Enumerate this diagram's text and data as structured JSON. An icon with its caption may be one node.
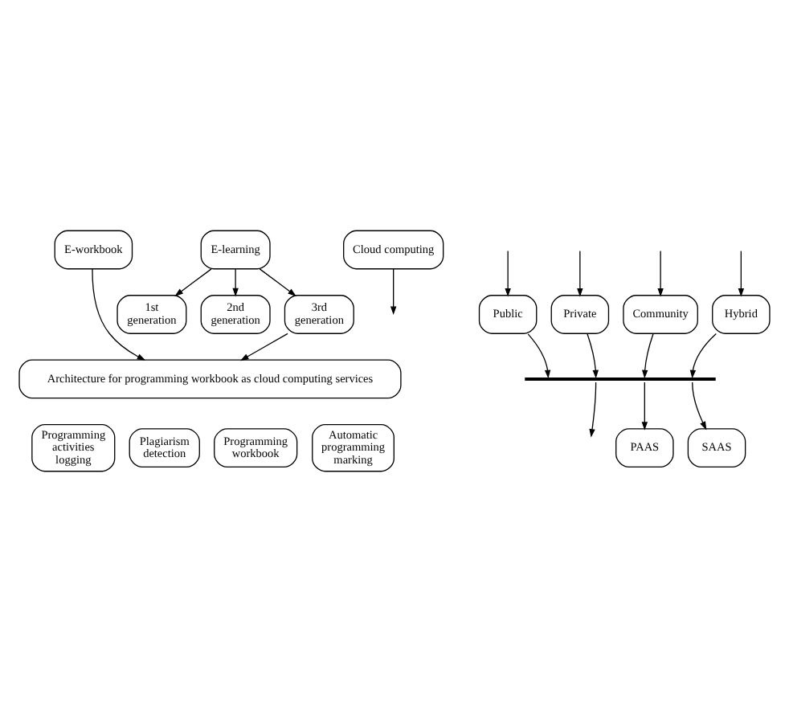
{
  "diagram": {
    "nodes": [
      {
        "text": [
          "E-workbook"
        ]
      },
      {
        "text": [
          "E-learning"
        ]
      },
      {
        "text": [
          "Cloud computing"
        ]
      },
      {
        "text": [
          "1st generation"
        ]
      },
      {
        "text": [
          "2nd generation"
        ]
      },
      {
        "text": [
          "3rd generation"
        ]
      },
      {
        "text": [
          "Public"
        ]
      },
      {
        "text": [
          "Private"
        ]
      },
      {
        "text": [
          "Community"
        ]
      },
      {
        "text": [
          "Hybrid"
        ]
      },
      {
        "text": [
          "PAAS"
        ]
      },
      {
        "text": [
          "SAAS"
        ]
      },
      {
        "text": [
          "Architecture for programming workbook as cloud computing services"
        ]
      },
      {
        "text": [
          "Programming activities logging"
        ]
      },
      {
        "text": [
          "Plagiarism detection"
        ]
      },
      {
        "text": [
          "Programming workbook"
        ]
      },
      {
        "text": [
          "Automatic programming marking"
        ]
      },
      {
        "text": [],
        "shape": "bar"
      }
    ],
    "edges": [
      {
        "from": 1,
        "to": 3,
        "arrow": "to"
      },
      {
        "from": 1,
        "to": 4,
        "arrow": "to"
      },
      {
        "from": 1,
        "to": 5,
        "arrow": "to"
      },
      {
        "from": 2,
        "to": null,
        "arrow": "to"
      },
      {
        "from": null,
        "to": 6,
        "arrow": "to"
      },
      {
        "from": null,
        "to": 7,
        "arrow": "to"
      },
      {
        "from": null,
        "to": 8,
        "arrow": "to"
      },
      {
        "from": null,
        "to": 9,
        "arrow": "to"
      },
      {
        "from": 6,
        "to": 17,
        "arrow": "to"
      },
      {
        "from": 7,
        "to": 17,
        "arrow": "to"
      },
      {
        "from": 8,
        "to": 17,
        "arrow": "to"
      },
      {
        "from": 9,
        "to": 17,
        "arrow": "to"
      },
      {
        "from": 17,
        "to": null,
        "arrow": "to"
      },
      {
        "from": 17,
        "to": 10,
        "arrow": "to"
      },
      {
        "from": 17,
        "to": 11,
        "arrow": "to"
      },
      {
        "from": 0,
        "to": 12,
        "arrow": "to"
      },
      {
        "from": 5,
        "to": 12,
        "arrow": "to"
      }
    ]
  }
}
